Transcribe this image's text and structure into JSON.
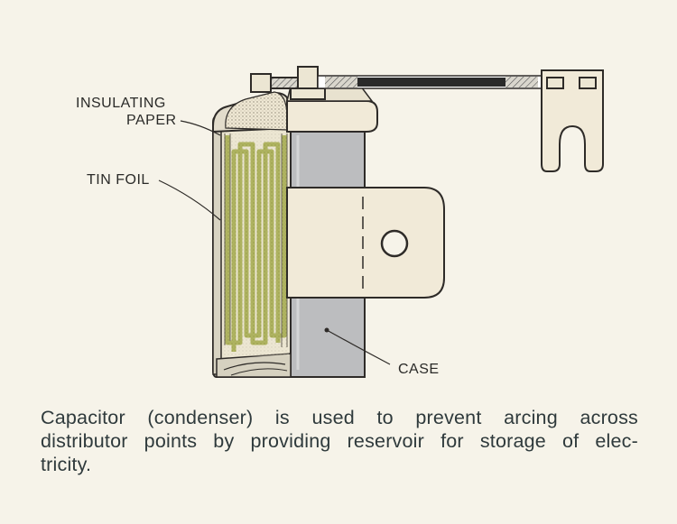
{
  "labels": {
    "insulating_line1": "INSULATING",
    "insulating_line2": "PAPER",
    "tin_foil": "TIN FOIL",
    "case": "CASE"
  },
  "caption": {
    "line1": "Capacitor (condenser) is used to prevent arcing across",
    "line2": "distributor points by providing reservoir for storage of elec-",
    "line3": "tricity."
  },
  "colors": {
    "background": "#f6f3e9",
    "case_gray": "#bcbdbf",
    "foil_green": "#9aa23a",
    "paper_cream": "#f1ead8",
    "outline": "#2e2b28"
  }
}
